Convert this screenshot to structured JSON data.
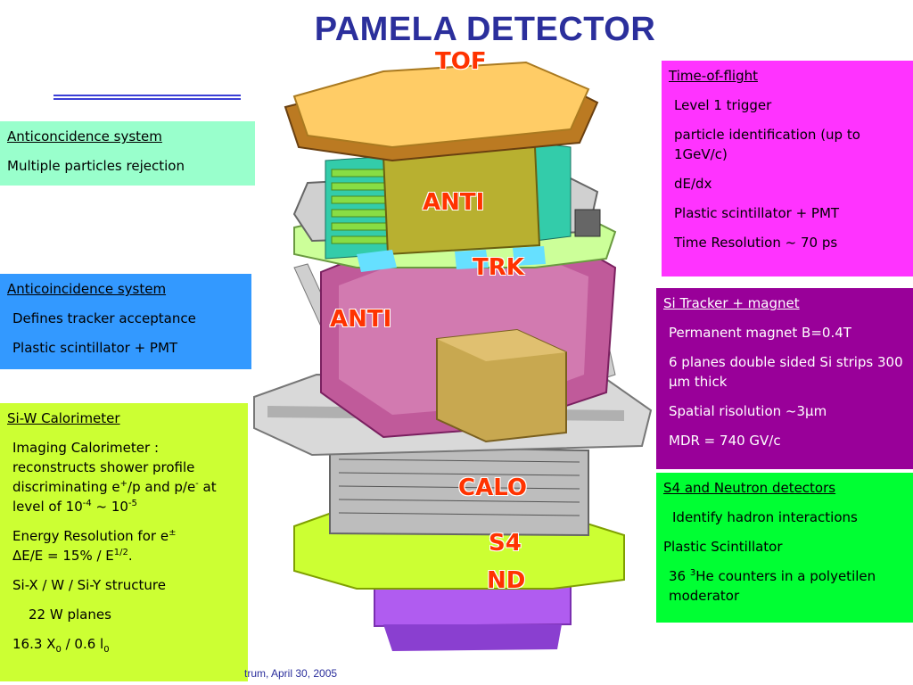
{
  "title": "PAMELA DETECTOR",
  "footer": "trum, April 30, 2005",
  "labels": {
    "tof": "TOF",
    "anti_top": "ANTI",
    "trk": "TRK",
    "anti_mid": "ANTI",
    "calo": "CALO",
    "s4": "S4",
    "nd": "ND"
  },
  "anticoncidence_box": {
    "heading": "Anticoncidence system",
    "line1": "Multiple particles rejection"
  },
  "anticoincidence_box": {
    "heading": "Anticoincidence system",
    "line1": "Defines tracker acceptance",
    "line2": "Plastic scintillator + PMT"
  },
  "calorimeter_box": {
    "heading": "Si-W Calorimeter",
    "line1": "Imaging Calorimeter : reconstructs shower profile discriminating e",
    "line1_sup1": "+",
    "line1_mid": "/p and p/e",
    "line1_sup2": "-",
    "line1_end": " at level of 10",
    "line1_sup3": "-4",
    "line1_tilde": " ~ 10",
    "line1_sup4": "-5",
    "line2": "Energy Resolution for e",
    "line2_sup": "±",
    "line2b": "ΔE/E = 15% / E",
    "line2b_sup": "1/2",
    "line2b_end": ".",
    "line3": "Si-X / W / Si-Y structure",
    "line4": "22 W planes",
    "line5_a": "16.3 X",
    "line5_sub1": "0",
    "line5_b": " / 0.6 l",
    "line5_sub2": "0"
  },
  "tof_box": {
    "heading": "Time-of-flight",
    "line1": "Level 1 trigger",
    "line2": "particle identification (up to 1GeV/c)",
    "line3": "dE/dx",
    "line4": "Plastic scintillator + PMT",
    "line5": "Time Resolution ~ 70 ps"
  },
  "tracker_box": {
    "heading": "Si Tracker + magnet",
    "line1": "Permanent magnet B=0.4T",
    "line2": "6 planes double sided Si strips 300 μm thick",
    "line3": "Spatial risolution ~3μm",
    "line4": "MDR = 740 GV/c"
  },
  "s4_box": {
    "heading": "S4 and Neutron detectors",
    "line1": "Identify hadron interactions",
    "line2": "Plastic Scintillator",
    "line3_a": "36 ",
    "line3_sup": "3",
    "line3_b": "He counters in a polyetilen moderator"
  }
}
